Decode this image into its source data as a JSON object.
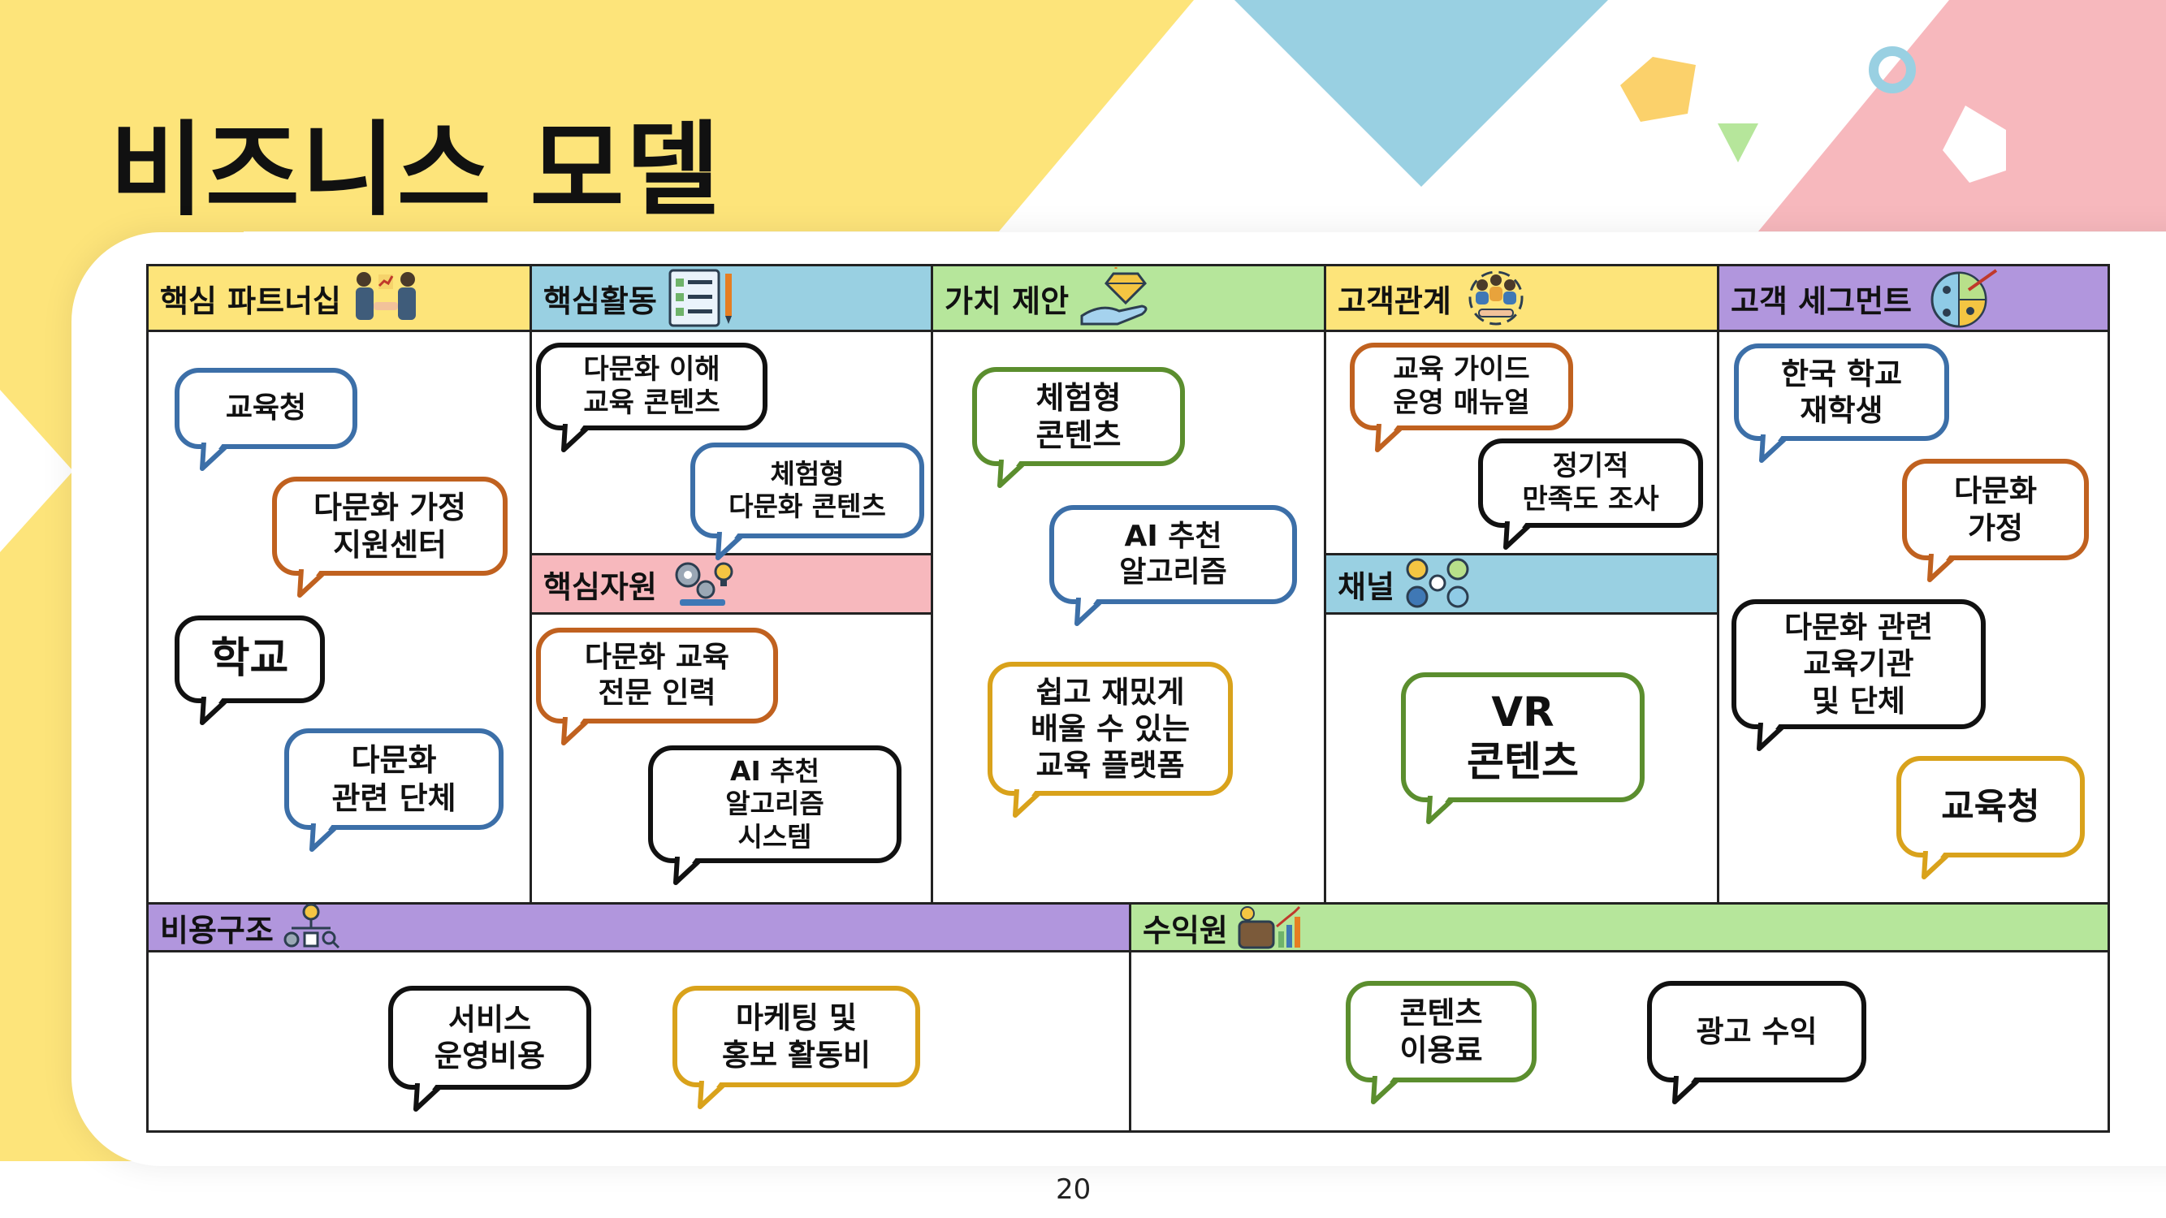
{
  "title": "비즈니스 모델",
  "page_number": "20",
  "colors": {
    "yellow": "#fde47a",
    "blue": "#99d0e2",
    "green": "#b6e69b",
    "pink": "#f7b8bd",
    "purple": "#b196dd",
    "bubble_blue": "#3c6fa8",
    "bubble_orange": "#c0611f",
    "bubble_green": "#5b8e2e",
    "bubble_gold": "#d9a21b",
    "bubble_black": "#111111"
  },
  "sections": {
    "key_partners": {
      "label": "핵심 파트너십",
      "icon": "handshake-partners-icon",
      "bubbles": [
        "교육청",
        "다문화 가정\n지원센터",
        "학교",
        "다문화\n관련 단체"
      ]
    },
    "key_activities": {
      "label": "핵심활동",
      "icon": "checklist-icon",
      "bubbles": [
        "다문화 이해\n교육 콘텐츠",
        "체험형\n다문화 콘텐츠"
      ]
    },
    "key_resources": {
      "label": "핵심자원",
      "icon": "resources-gear-icon",
      "bubbles": [
        "다문화 교육\n전문 인력",
        "AI 추천\n알고리즘\n시스템"
      ]
    },
    "value_propositions": {
      "label": "가치 제안",
      "icon": "diamond-hand-icon",
      "bubbles": [
        "체험형\n콘텐츠",
        "AI 추천\n알고리즘",
        "쉽고 재밌게\n배울 수 있는\n교육 플랫폼"
      ]
    },
    "customer_relationships": {
      "label": "고객관계",
      "icon": "community-handshake-icon",
      "bubbles": [
        "교육 가이드\n운영 매뉴얼",
        "정기적\n만족도 조사"
      ]
    },
    "channels": {
      "label": "채널",
      "icon": "channels-network-icon",
      "bubbles": [
        "VR\n콘텐츠"
      ]
    },
    "customer_segments": {
      "label": "고객 세그먼트",
      "icon": "target-segments-icon",
      "bubbles": [
        "한국 학교\n재학생",
        "다문화\n가정",
        "다문화 관련\n교육기관\n및 단체",
        "교육청"
      ]
    },
    "cost_structure": {
      "label": "비용구조",
      "icon": "cost-structure-icon",
      "bubbles": [
        "서비스\n운영비용",
        "마케팅 및\n홍보 활동비"
      ]
    },
    "revenue_streams": {
      "label": "수익원",
      "icon": "revenue-wallet-icon",
      "bubbles": [
        "콘텐츠\n이용료",
        "광고 수익"
      ]
    }
  }
}
